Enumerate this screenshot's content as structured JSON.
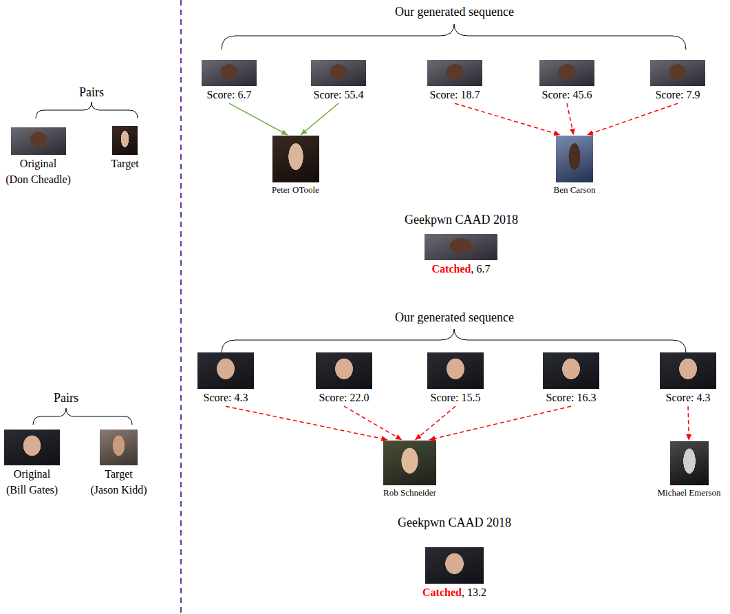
{
  "diagram": {
    "nodes": [
      {
        "text": [
          "Original",
          "(Don Cheadle)"
        ]
      },
      {
        "text": [
          "Target"
        ]
      },
      {
        "text": [
          "Score: 6.7"
        ]
      },
      {
        "text": [
          "Score: 55.4"
        ]
      },
      {
        "text": [
          "Score: 18.7"
        ]
      },
      {
        "text": [
          "Score: 45.6"
        ]
      },
      {
        "text": [
          "Score: 7.9"
        ]
      },
      {
        "text": [
          "Peter OToole"
        ]
      },
      {
        "text": [
          "Ben Carson"
        ]
      },
      {
        "text": [
          "Catched",
          ", 6.7"
        ]
      },
      {
        "text": [
          "Original",
          "(Bill Gates)"
        ]
      },
      {
        "text": [
          "Target",
          "(Jason Kidd)"
        ]
      },
      {
        "text": [
          "Score: 4.3"
        ]
      },
      {
        "text": [
          "Score: 22.0"
        ]
      },
      {
        "text": [
          "Score: 15.5"
        ]
      },
      {
        "text": [
          "Score: 16.3"
        ]
      },
      {
        "text": [
          "Score: 4.3"
        ]
      },
      {
        "text": [
          "Rob Schneider"
        ]
      },
      {
        "text": [
          "Michael Emerson"
        ]
      },
      {
        "text": [
          "Catched",
          ", 13.2"
        ]
      }
    ],
    "edges": [
      {
        "from": 2,
        "to": 7,
        "arrow": "to"
      },
      {
        "from": 3,
        "to": 7,
        "arrow": "to"
      },
      {
        "from": 4,
        "to": 8,
        "arrow": "to"
      },
      {
        "from": 5,
        "to": 8,
        "arrow": "to"
      },
      {
        "from": 6,
        "to": 8,
        "arrow": "to"
      },
      {
        "from": 12,
        "to": 17,
        "arrow": "to"
      },
      {
        "from": 13,
        "to": 17,
        "arrow": "to"
      },
      {
        "from": 14,
        "to": 17,
        "arrow": "to"
      },
      {
        "from": 15,
        "to": 17,
        "arrow": "to"
      },
      {
        "from": 16,
        "to": 18,
        "arrow": "to"
      }
    ],
    "labels": [
      "Pairs",
      "Our generated sequence",
      "Geekpwn CAAD 2018",
      "Pairs",
      "Our generated sequence",
      "Geekpwn CAAD 2018"
    ]
  }
}
